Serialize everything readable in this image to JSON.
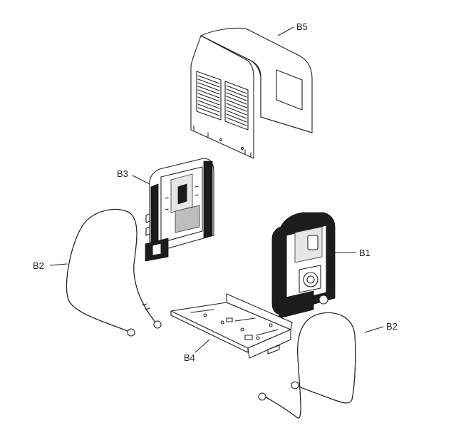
{
  "callouts": {
    "b5": "B5",
    "b3": "B3",
    "b1": "B1",
    "b2_left": "B2",
    "b2_right": "B2",
    "b4": "B4"
  }
}
